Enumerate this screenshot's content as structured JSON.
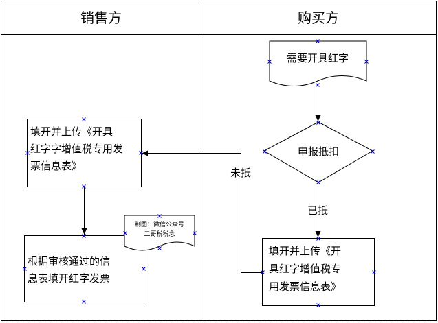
{
  "lanes": [
    {
      "id": "seller",
      "title": "销售方"
    },
    {
      "id": "buyer",
      "title": "购买方"
    }
  ],
  "nodes": {
    "need_red": {
      "type": "document",
      "lines": [
        "需要开具红字"
      ]
    },
    "apply_deduct": {
      "type": "decision",
      "lines": [
        "申报抵扣"
      ]
    },
    "buyer_fill": {
      "type": "process",
      "lines": [
        "填开并上传《开",
        "具红字增值税专",
        "用发票信息表》"
      ]
    },
    "seller_fill": {
      "type": "process",
      "lines": [
        "填开并上传《开具",
        "红字字增值税专用发",
        "票信息表》"
      ]
    },
    "seller_issue": {
      "type": "process",
      "lines": [
        "根据审核通过的信",
        "息表填开红字发票"
      ]
    },
    "watermark": {
      "type": "document",
      "lines": [
        "制图：微信公众号",
        "二哥税税念"
      ]
    }
  },
  "edges": [
    {
      "from": "need_red",
      "to": "apply_deduct",
      "label": ""
    },
    {
      "from": "apply_deduct",
      "to": "buyer_fill",
      "label": "已抵"
    },
    {
      "from": "buyer_fill",
      "to": "seller_fill",
      "label": "未抵"
    },
    {
      "from": "seller_fill",
      "to": "seller_issue",
      "label": ""
    }
  ],
  "colors": {
    "line": "#000000",
    "handle": "#0000cc",
    "border": "#000000"
  }
}
